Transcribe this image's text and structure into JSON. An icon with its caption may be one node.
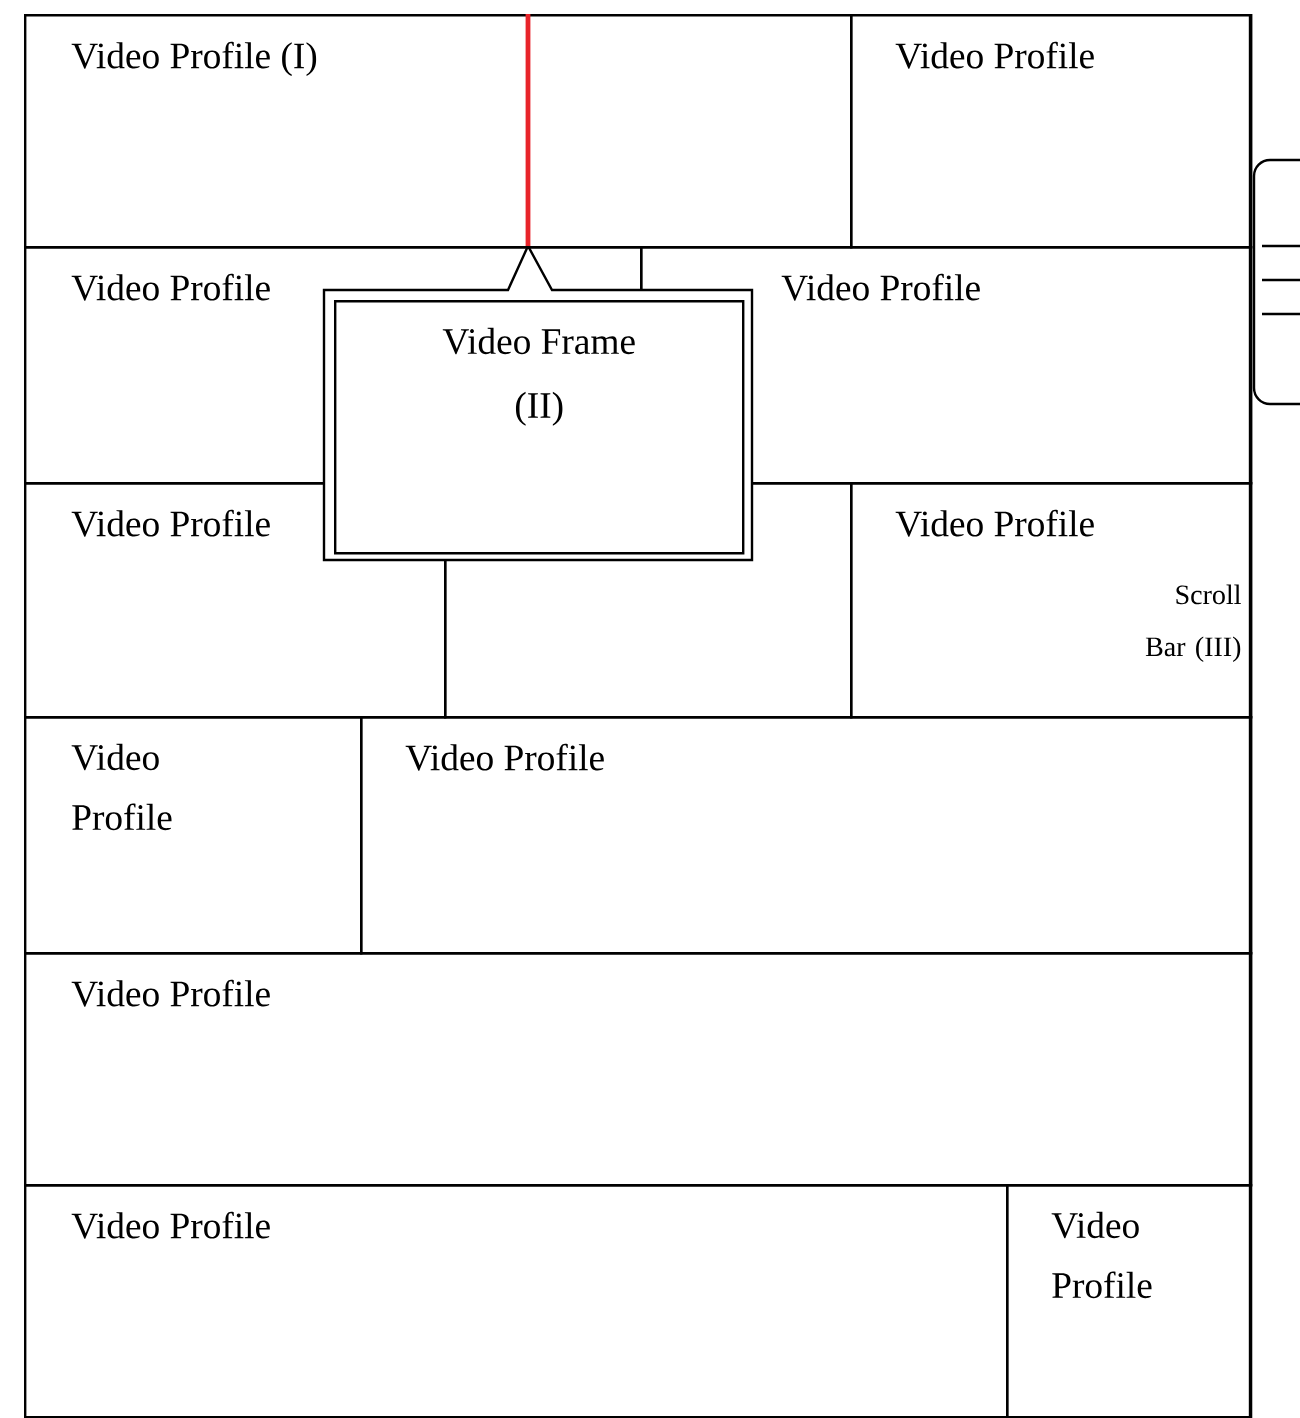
{
  "diagram": {
    "nodes": [
      {
        "text": [
          "Video Profile (I)"
        ]
      },
      {
        "text": [
          "Video Profile"
        ]
      },
      {
        "text": [
          "Video Profile"
        ]
      },
      {
        "text": [
          "Video Profile"
        ]
      },
      {
        "text": [
          "Video Profile"
        ]
      },
      {
        "text": [],
        "shape": "box"
      },
      {
        "text": [
          "Video Profile"
        ]
      },
      {
        "text": [
          "Video Profile"
        ]
      },
      {
        "text": [
          "Video Profile"
        ]
      },
      {
        "text": [
          "Video Profile"
        ]
      },
      {
        "text": [
          "Video Profile"
        ]
      },
      {
        "text": [
          "Video Profile"
        ]
      },
      {
        "text": [
          "Video Frame (II)"
        ]
      }
    ],
    "edges": [
      {
        "from": 0,
        "to": 12,
        "arrow": "none",
        "color": "#e8242a"
      }
    ],
    "labels": [
      "Scroll Bar (III)"
    ]
  }
}
